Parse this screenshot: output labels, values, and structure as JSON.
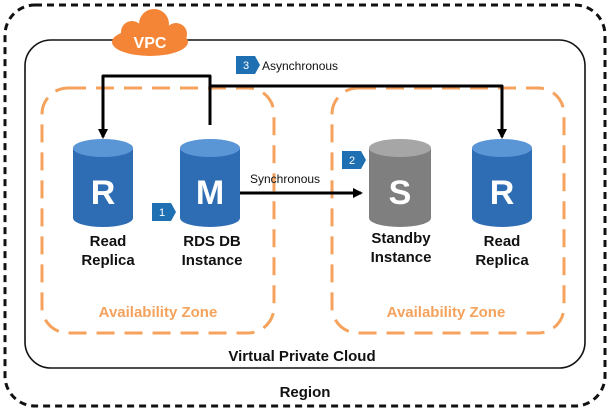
{
  "region": {
    "label": "Region"
  },
  "vpc": {
    "badge": "VPC",
    "label": "Virtual Private Cloud"
  },
  "zones": [
    {
      "label": "Availability Zone"
    },
    {
      "label": "Availability Zone"
    }
  ],
  "nodes": {
    "read_replica_left": {
      "letter": "R",
      "line1": "Read",
      "line2": "Replica"
    },
    "rds_instance": {
      "letter": "M",
      "line1": "RDS DB",
      "line2": "Instance"
    },
    "standby_instance": {
      "letter": "S",
      "line1": "Standby",
      "line2": "Instance"
    },
    "read_replica_right": {
      "letter": "R",
      "line1": "Read",
      "line2": "Replica"
    }
  },
  "connections": {
    "synchronous": {
      "label": "Synchronous"
    },
    "asynchronous": {
      "label": "Asynchronous"
    }
  },
  "steps": [
    "1",
    "2",
    "3"
  ],
  "colors": {
    "db_blue": "#2e6db4",
    "db_blue_top": "#5a95d6",
    "standby_gray": "#7f7f7f",
    "standby_gray_top": "#a6a6a6",
    "zone_orange": "#f5a25d",
    "vpc_orange": "#f58536",
    "badge_blue": "#1f6fb3"
  }
}
